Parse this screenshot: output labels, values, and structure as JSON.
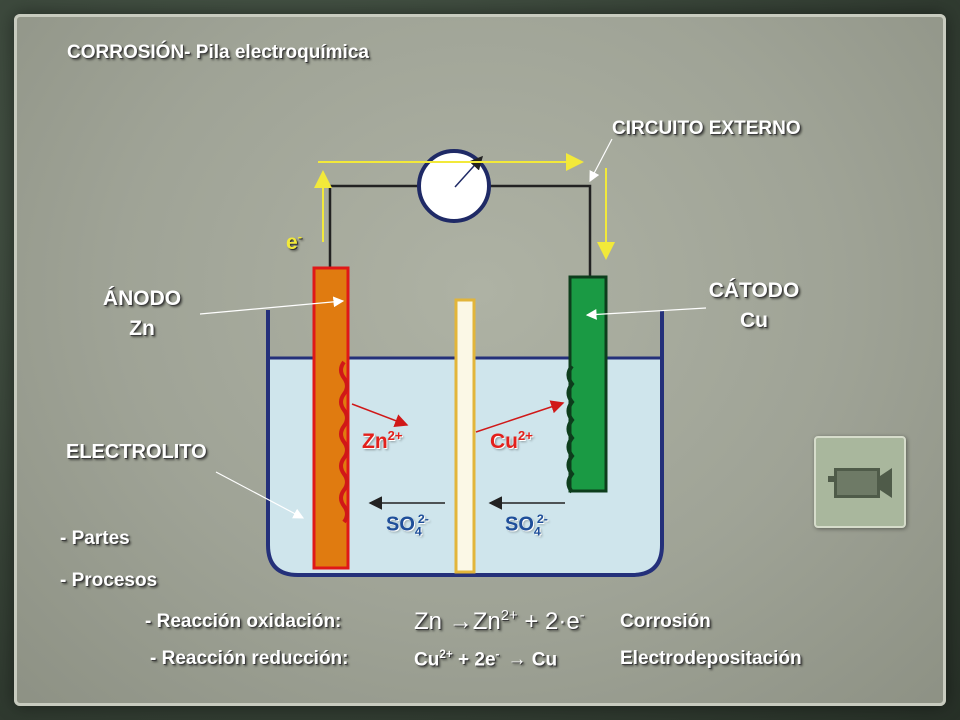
{
  "title": "CORROSIÓN- Pila electroquímica",
  "labels": {
    "external_circuit": "CIRCUITO EXTERNO",
    "electron": "e",
    "electron_sup": "-",
    "anode_line1": "ÁNODO",
    "anode_line2": "Zn",
    "cathode_line1": "CÁTODO",
    "cathode_line2": "Cu",
    "electrolyte": "ELECTROLITO",
    "zn_ion": "Zn",
    "zn_ion_sup": "2+",
    "cu_ion": "Cu",
    "cu_ion_sup": "2+",
    "sulfate": "SO",
    "sulfate_sub": "4",
    "sulfate_sup": "2-"
  },
  "bullets": {
    "parts": "- Partes",
    "processes": "- Procesos"
  },
  "reactions": {
    "oxidation_label": "- Reacción oxidación:",
    "oxidation_eq_a": "Zn ",
    "oxidation_eq_arrow": "→",
    "oxidation_eq_b": "Zn",
    "oxidation_eq_b_sup": "2+",
    "oxidation_eq_c": " + 2",
    "oxidation_eq_dot": "·",
    "oxidation_eq_d": "e",
    "oxidation_eq_d_sup": "-",
    "oxidation_result": "Corrosión",
    "reduction_label": "- Reacción reducción:",
    "reduction_eq_a": "Cu",
    "reduction_eq_a_sup": "2+",
    "reduction_eq_b": " + 2e",
    "reduction_eq_b_sup": "-",
    "reduction_eq_arrow": "→",
    "reduction_eq_c": " Cu",
    "reduction_result": "Electrodepositación"
  },
  "colors": {
    "anode": "#e07b10",
    "anode_border": "#e01818",
    "cathode": "#1a9a44",
    "electrolyte": "#cfe5ec",
    "bridge": "#fbf8e6",
    "bridge_border": "#e2b53a",
    "wire_arrows": "#f2e93a",
    "ion_text": "#e3201b",
    "sulfate_text": "#1f4f9a"
  },
  "icons": {
    "meter": "galvanometer-icon",
    "video": "video-camera-icon"
  }
}
